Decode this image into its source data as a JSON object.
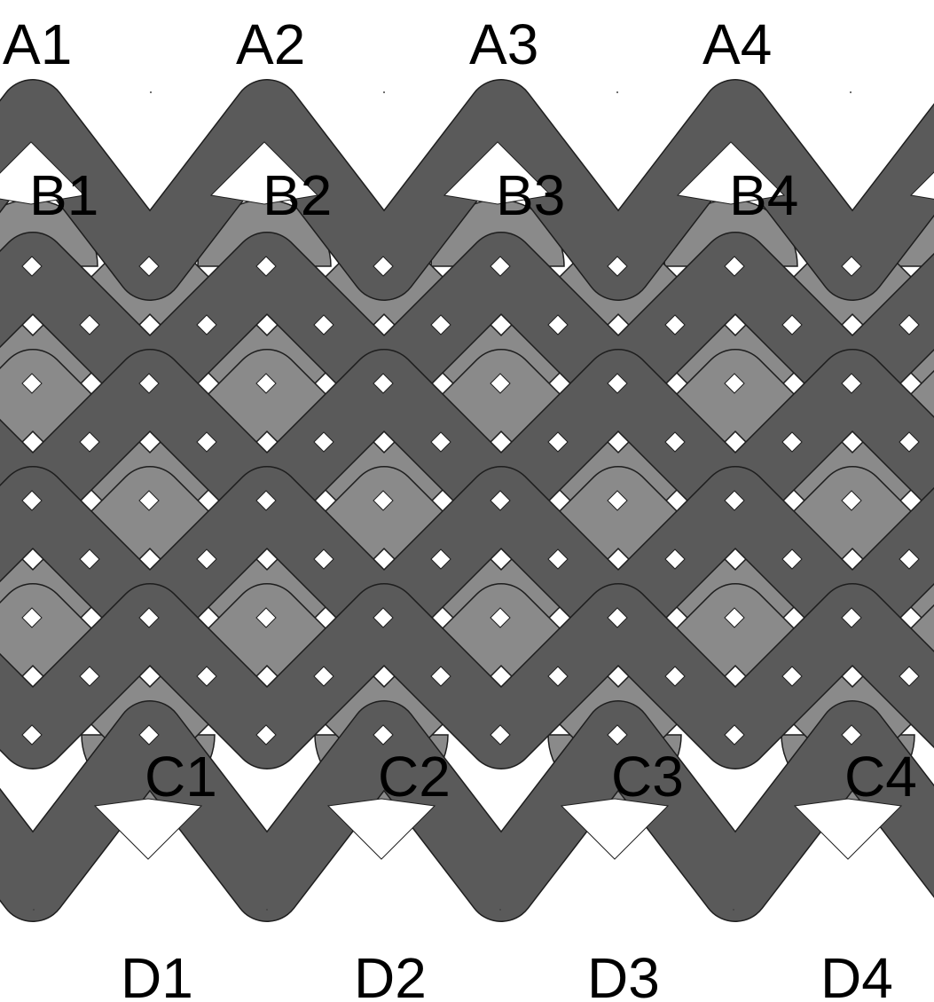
{
  "colors": {
    "background": "#ffffff",
    "dark_strand": "#5a5a5a",
    "light_strand": "#8a8a8a",
    "outline": "#1e1e1e",
    "shadow": "#333333",
    "label": "#000000"
  },
  "labels": {
    "a": [
      "A1",
      "A2",
      "A3",
      "A4"
    ],
    "b": [
      "B1",
      "B2",
      "B3",
      "B4"
    ],
    "c": [
      "C1",
      "C2",
      "C3",
      "C4"
    ],
    "d": [
      "D1",
      "D2",
      "D3",
      "D4"
    ]
  }
}
